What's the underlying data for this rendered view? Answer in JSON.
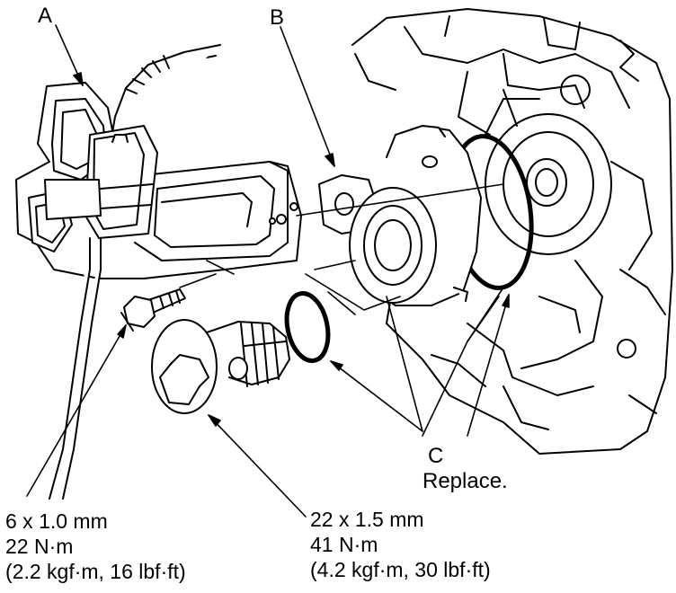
{
  "labels": {
    "a": "A",
    "b": "B",
    "c": "C",
    "c_note": "Replace."
  },
  "specs": {
    "bolt": {
      "size": "6 x 1.0 mm",
      "torque": "22 N·m",
      "alt": "(2.2 kgf·m, 16 lbf·ft)"
    },
    "banjo": {
      "size": "22 x 1.5 mm",
      "torque": "41 N·m",
      "alt": "(4.2 kgf·m, 30 lbf·ft)"
    }
  }
}
